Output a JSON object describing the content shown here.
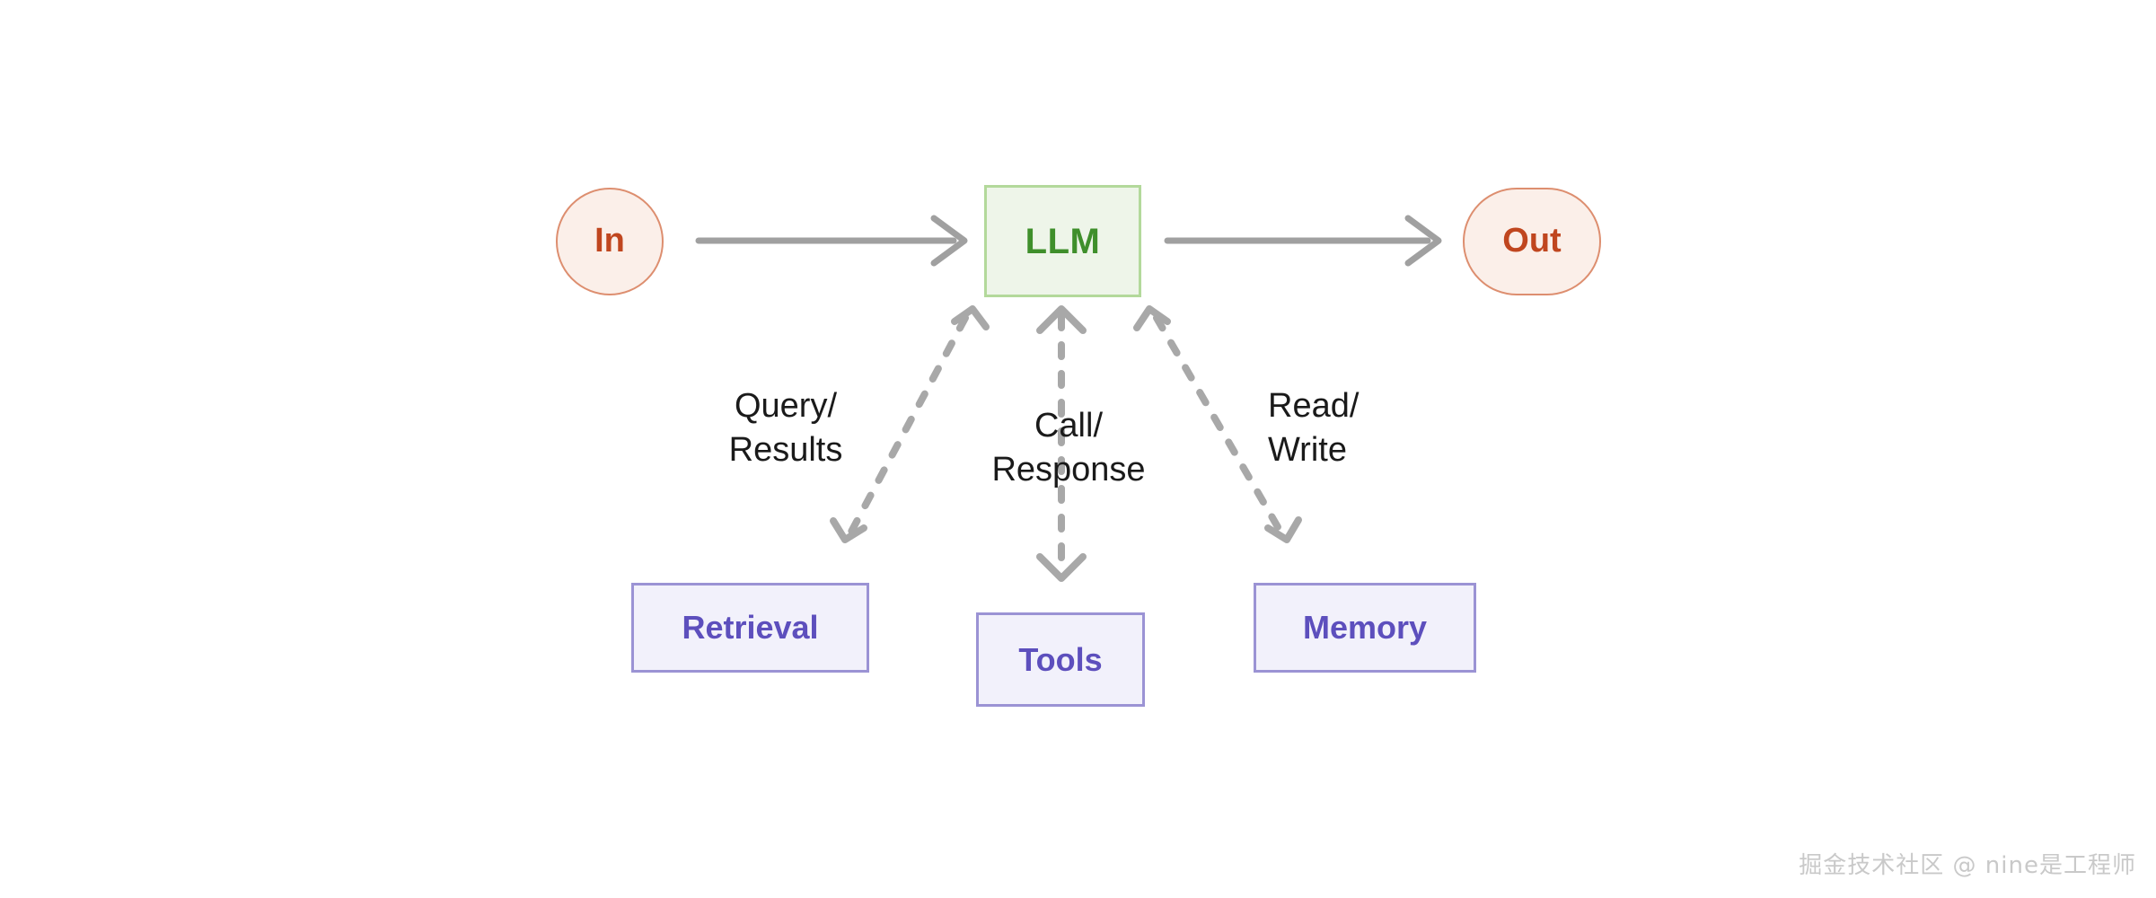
{
  "diagram": {
    "title": "LLM agent architecture",
    "background_color": "#ffffff",
    "nodes": {
      "input": {
        "label": "In",
        "shape": "circle",
        "fill": "#fbefe9",
        "stroke": "#dd8e6f",
        "text_color": "#c0461f"
      },
      "llm": {
        "label": "LLM",
        "shape": "rectangle",
        "fill": "#eef5e9",
        "stroke": "#b3d99b",
        "text_color": "#3f8f2b"
      },
      "output": {
        "label": "Out",
        "shape": "stadium",
        "fill": "#fbefe9",
        "stroke": "#dd8e6f",
        "text_color": "#c0461f"
      },
      "retrieval": {
        "label": "Retrieval",
        "shape": "rectangle",
        "fill": "#f2f1fb",
        "stroke": "#9b93d4",
        "text_color": "#5d4fbd"
      },
      "tools": {
        "label": "Tools",
        "shape": "rectangle",
        "fill": "#f2f1fb",
        "stroke": "#9b93d4",
        "text_color": "#5d4fbd"
      },
      "memory": {
        "label": "Memory",
        "shape": "rectangle",
        "fill": "#f2f1fb",
        "stroke": "#9b93d4",
        "text_color": "#5d4fbd"
      }
    },
    "edges": {
      "in_to_llm": {
        "label": "",
        "style": "solid",
        "direction": "forward",
        "color": "#a0a0a0"
      },
      "llm_to_out": {
        "label": "",
        "style": "solid",
        "direction": "forward",
        "color": "#a0a0a0"
      },
      "llm_retrieval": {
        "label": "Query/\nResults",
        "style": "dashed",
        "direction": "bidirectional",
        "color": "#a8a8a8"
      },
      "llm_tools": {
        "label": "Call/\nResponse",
        "style": "dashed",
        "direction": "bidirectional",
        "color": "#a8a8a8"
      },
      "llm_memory": {
        "label": "Read/\nWrite",
        "style": "dashed",
        "direction": "bidirectional",
        "color": "#a8a8a8"
      }
    }
  },
  "watermark": {
    "text": "掘金技术社区 @ nine是工程师",
    "color": "#c9c9c9"
  }
}
